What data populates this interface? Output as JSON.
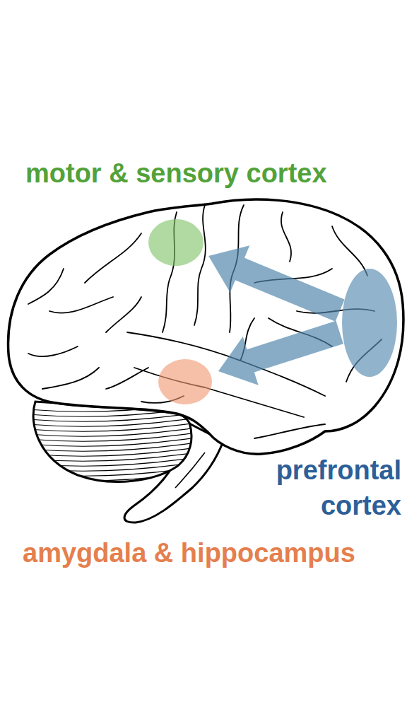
{
  "diagram": {
    "nodes": [
      {
        "text": [
          "motor & sensory cortex"
        ]
      },
      {
        "text": [
          "prefrontal cortex"
        ]
      },
      {
        "text": [
          "amygdala & hippocampus"
        ]
      }
    ],
    "edges": [
      {
        "from": 1,
        "to": 0,
        "arrow": "to"
      },
      {
        "from": 1,
        "to": 2,
        "arrow": "to"
      }
    ]
  }
}
